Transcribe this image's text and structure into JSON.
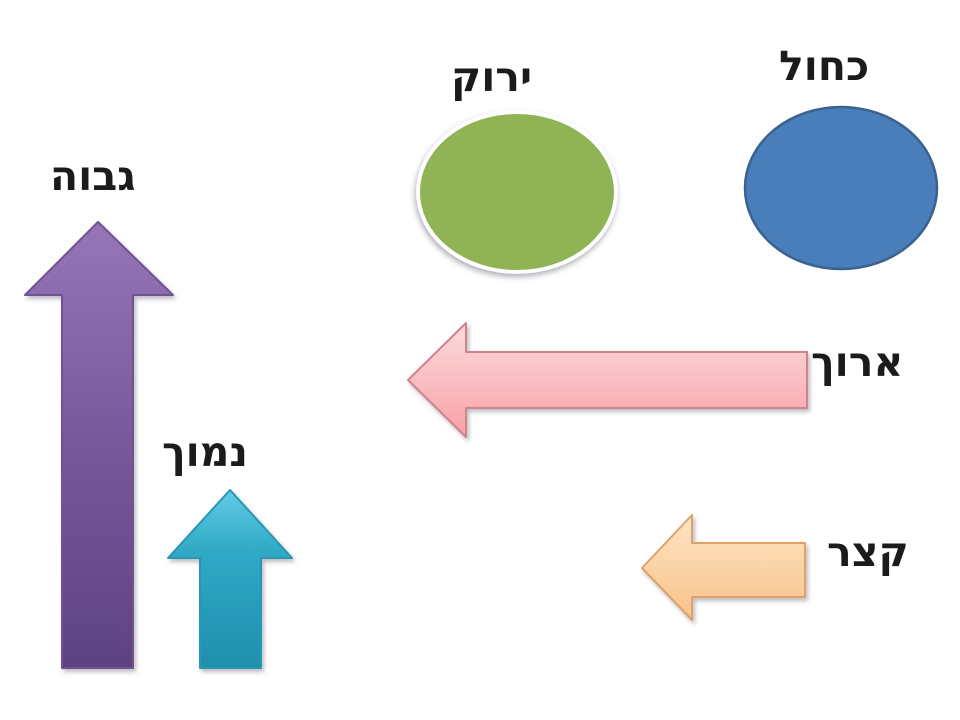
{
  "slide": {
    "background": "#ffffff",
    "items": {
      "tall_arrow": {
        "label": "גבוה",
        "shape": "up-arrow",
        "fill_top": "#9577b8",
        "fill_mid": "#7a5b9d",
        "fill_bottom": "#5d4282",
        "stroke": "#6f5495"
      },
      "low_arrow": {
        "label": "נמוך",
        "shape": "up-arrow",
        "fill_top": "#63cbe3",
        "fill_mid": "#2fa9c6",
        "fill_bottom": "#1f8fae",
        "stroke": "#2a97b2"
      },
      "green_ellipse": {
        "label": "ירוק",
        "shape": "ellipse",
        "fill": "#8fb355",
        "stroke": "#ffffff"
      },
      "blue_ellipse": {
        "label": "כחול",
        "shape": "ellipse",
        "fill": "#4a7ebb",
        "stroke": "#3a6190"
      },
      "long_arrow": {
        "label": "ארוך",
        "shape": "left-arrow",
        "fill_top": "#fcdbdc",
        "fill_bottom": "#f7a1a7",
        "stroke": "#d0838d"
      },
      "short_arrow": {
        "label": "קצר",
        "shape": "left-arrow",
        "fill_top": "#fde4c4",
        "fill_bottom": "#f9c28a",
        "stroke": "#dfa166"
      }
    },
    "text_color": "#1b1b1b"
  }
}
